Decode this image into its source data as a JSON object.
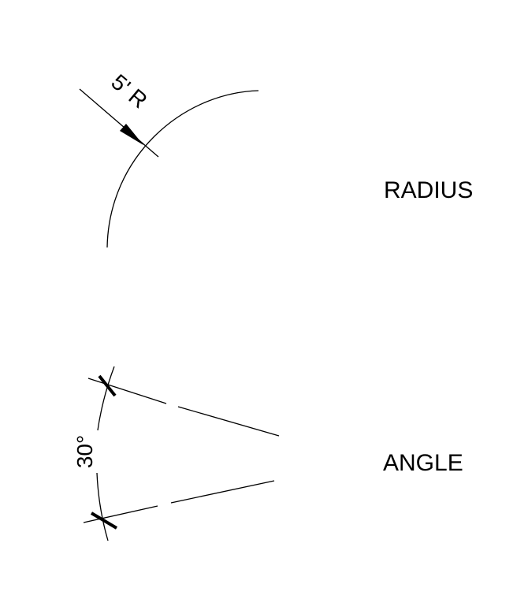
{
  "radius_example": {
    "dimension_text": "5' R",
    "label": "RADIUS"
  },
  "angle_example": {
    "dimension_text": "30°",
    "label": "ANGLE"
  },
  "colors": {
    "ink": "#000000",
    "background": "#ffffff"
  }
}
